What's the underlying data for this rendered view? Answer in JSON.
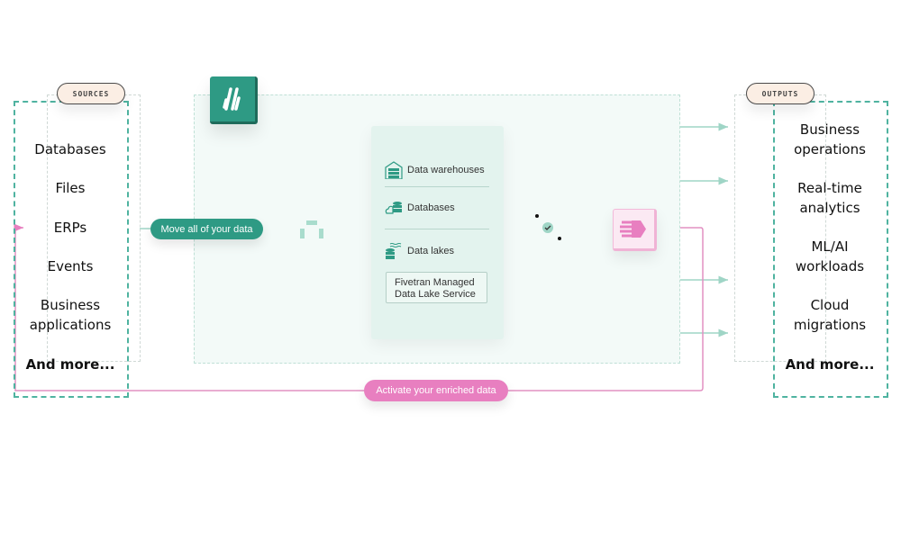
{
  "sources": {
    "tag": "SOURCES",
    "items": [
      "Databases",
      "Files",
      "ERPs",
      "Events",
      "Business applications",
      "And more..."
    ]
  },
  "destinations": {
    "items": [
      "Data warehouses",
      "Databases",
      "Data lakes"
    ],
    "managed_service": "Fivetran Managed Data Lake Service"
  },
  "flow": {
    "move_label": "Move all of your data",
    "activate_label": "Activate your enriched data"
  },
  "outputs": {
    "tag": "OUTPUTS",
    "items": [
      "Business operations",
      "Real-time analytics",
      "ML/AI workloads",
      "Cloud migrations",
      "And more..."
    ]
  },
  "colors": {
    "teal": "#2e9a84",
    "pink": "#e87fc0",
    "tag_bg": "#fbeee4"
  }
}
